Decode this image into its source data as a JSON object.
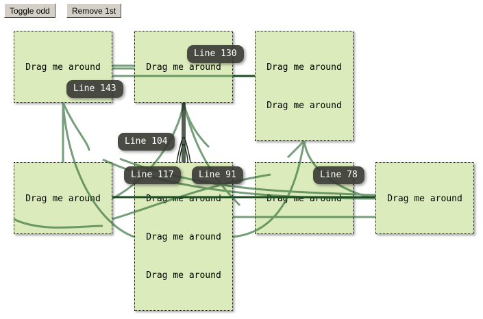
{
  "buttons": {
    "toggle_odd": "Toggle odd",
    "remove_first": "Remove 1st"
  },
  "box_text": "Drag me around",
  "labels": {
    "l130": "Line 130",
    "l143": "Line 143",
    "l104": "Line 104",
    "l117": "Line 117",
    "l91": "Line 91",
    "l78": "Line 78"
  },
  "colors": {
    "box_bg": "#dbebbc",
    "line": "#2e6b34",
    "label_bg": "#373732"
  }
}
